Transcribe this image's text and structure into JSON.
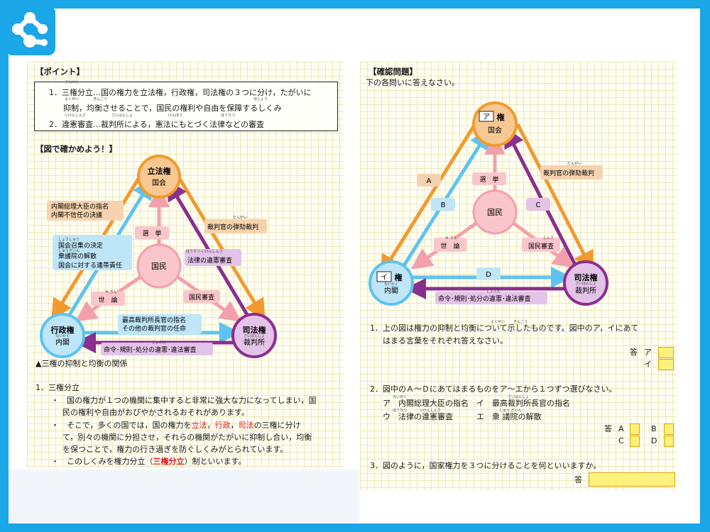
{
  "left": {
    "point_title": "【ポイント】",
    "points": [
      "1．三権分立…国の権力を立法権，行政権，司法権の３つに分け，たがいに",
      "抑制，均衡させることで，国民の権利や自由を保障するしくみ",
      "2．違憲審査…裁判所による，憲法にもとづく法律などの審査"
    ],
    "ruby": [
      "さんけん",
      "よくせい",
      "きんこう",
      "ほしょう",
      "いけんしんさ",
      "さいばんしょ",
      "けんぽう",
      "ほうりつ"
    ],
    "figure_title": "【図で確かめよう！】",
    "nodes": {
      "legislature": [
        "立法権",
        "国会"
      ],
      "executive": [
        "行政権",
        "内閣"
      ],
      "judiciary": [
        "司法権",
        "裁判所"
      ],
      "people": "国民"
    },
    "node_ruby": [
      "ないかく",
      "さいばんしょ"
    ],
    "labels": {
      "cabinet_appoint": [
        "内閣総理大臣の指名",
        "内閣不信任の決議"
      ],
      "impeach": "裁判官の弾劾裁判",
      "impeach_ruby": "だんがい",
      "diet_call": [
        "国会召集の決定",
        "衆議院の解散",
        "国会に対する連帯責任"
      ],
      "diet_call_ruby": [
        "しょうしゅう",
        "しゅうぎいん"
      ],
      "review": "法律の違憲審査",
      "review_ruby": "ほうりつ いけんしんさ",
      "chief_justice": [
        "最高裁判所長官の指名",
        "その他の裁判官の任命"
      ],
      "orders_review": "命令･規則･処分の違憲･違法審査",
      "orders_ruby": "しょぶん",
      "election": "選　挙",
      "opinion": "世　論",
      "opinion_ruby": "せ ろん",
      "national_review": "国民審査"
    },
    "caption": "▲三権の抑制と均衡の関係",
    "section1_title": "1．三権分立",
    "section1": [
      "・　国の権力が１つの機関に集中すると非常に強大な力になってしまい，国",
      "民の権利や自由がおびやかされるおそれがあります。",
      "・　そこで，多くの国では，国の権力を",
      "立法",
      "，",
      "行政",
      "，",
      "司法",
      "の三権に分け",
      "て，別々の機関に分担させ，それらの機関がたがいに抑制し合い，均衡",
      "を保つことで，権力の行き過ぎを防ぐしくみがとられています。",
      "・　このしくみを権力分立（",
      "三権分立",
      "）制といいます。"
    ]
  },
  "right": {
    "title": "【確認問題】",
    "instruction": "下の各問いに答えなさい。",
    "nodes": {
      "top": [
        "ア",
        "権",
        "国会"
      ],
      "left": [
        "イ",
        "権",
        "内閣"
      ],
      "right": [
        "司法権",
        "裁判所"
      ],
      "people": "国民"
    },
    "node_ruby": [
      "ないかく",
      "さいばんしょ"
    ],
    "labels": {
      "A": "A",
      "B": "B",
      "C": "C",
      "D": "D",
      "impeach": "裁判官の弾劾裁判",
      "impeach_ruby": "だんがい",
      "election": "選　挙",
      "opinion": "世　論",
      "opinion_ruby": "せ ろん",
      "national_review": "国民審査",
      "national_review_ruby": "しんさ",
      "orders_review": "命令･規則･処分の違憲･違法審査",
      "orders_ruby": "しょぶん"
    },
    "q1": [
      "1．上の図は権力の抑制と均衡について示したものです。図中のア，イにあて",
      "はまる言葉をそれぞれ答えなさい。"
    ],
    "q1_ruby": [
      "よくせい",
      "きんこう"
    ],
    "q1_ans": {
      "label": "答",
      "a": "ア",
      "b": "イ"
    },
    "q2": "2．図中のＡ～Ｄにあてはまるものをア～エから１つずつ選びなさい。",
    "q2_choices": [
      "ア　内閣総理大臣の指名　イ　最高裁判所長官の指名",
      "ウ　法律の違憲審査　　　エ　衆 議院の解散"
    ],
    "q2_ruby": [
      "ないかく",
      "さいばんしょ",
      "ほうりつ",
      "いけんしんさ",
      "しゅう ぎいん"
    ],
    "q2_ans": {
      "label": "答",
      "A": "A",
      "B": "B",
      "C": "C",
      "D": "D"
    },
    "q3": "3．図のように，国家権力を３つに分けることを何といいますか。",
    "q3_ans": "答"
  }
}
